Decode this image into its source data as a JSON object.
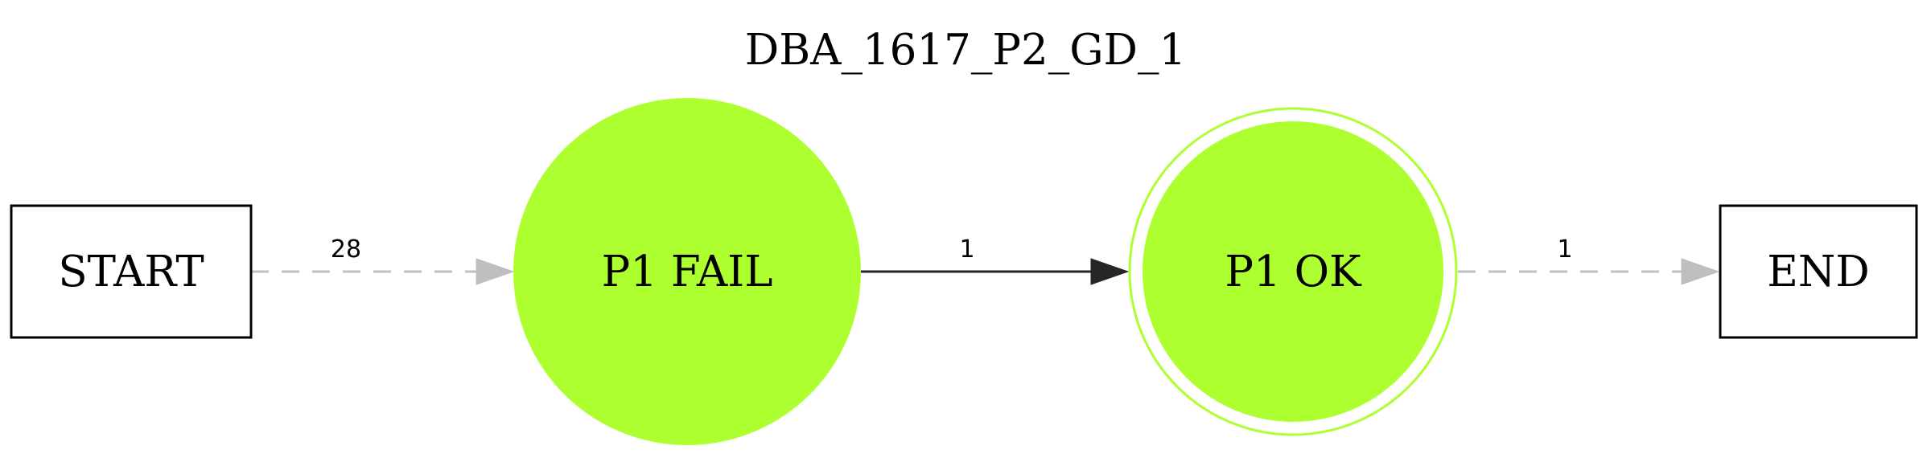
{
  "diagram": {
    "title": "DBA_1617_P2_GD_1",
    "colors": {
      "state_fill": "#adff2f",
      "accept_ring": "#adff2f",
      "solid_edge": "#262626",
      "dashed_edge": "#bfbfbf",
      "box_stroke": "#000000"
    },
    "nodes": {
      "start": {
        "label": "START",
        "shape": "box"
      },
      "p1_fail": {
        "label": "P1 FAIL",
        "shape": "circle"
      },
      "p1_ok": {
        "label": "P1 OK",
        "shape": "doublecircle"
      },
      "end": {
        "label": "END",
        "shape": "box"
      }
    },
    "edges": {
      "start_to_fail": {
        "from": "START",
        "to": "P1 FAIL",
        "label": "28",
        "style": "dashed"
      },
      "fail_to_ok": {
        "from": "P1 FAIL",
        "to": "P1 OK",
        "label": "1",
        "style": "solid"
      },
      "ok_to_end": {
        "from": "P1 OK",
        "to": "END",
        "label": "1",
        "style": "dashed"
      }
    }
  }
}
